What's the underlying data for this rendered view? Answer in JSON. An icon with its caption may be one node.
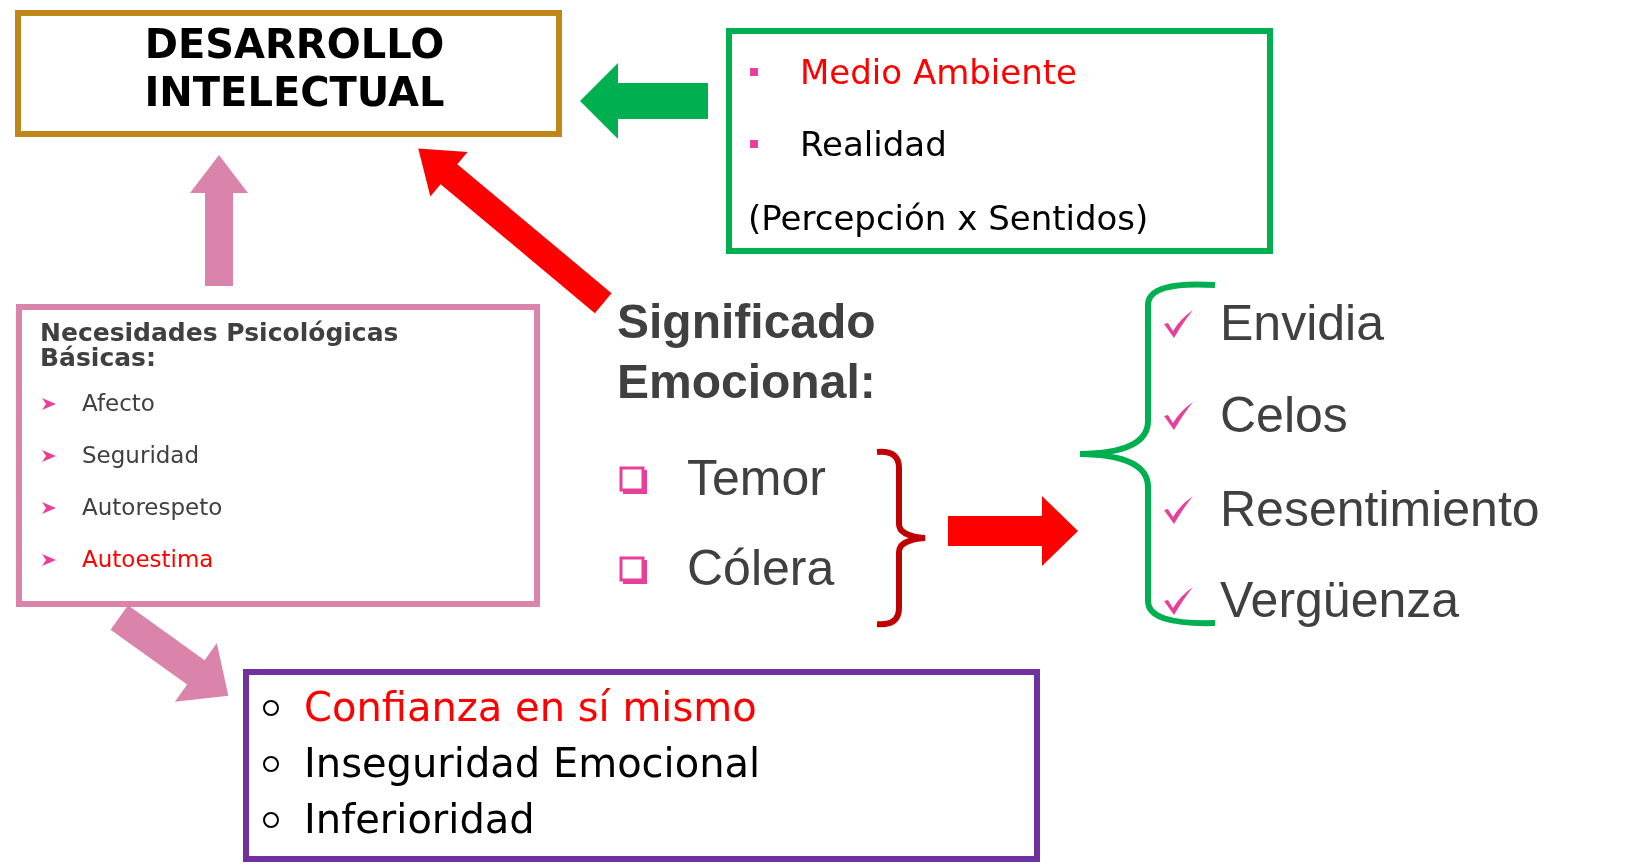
{
  "diagram": {
    "nodes": [
      {
        "text": [
          "DESARROLLO INTELECTUAL"
        ]
      },
      {
        "text": [
          "Medio Ambiente",
          "Realidad",
          "(Percepción x Sentidos)"
        ]
      },
      {
        "text": [
          "Necesidades Psicológicas Básicas:",
          "Afecto",
          "Seguridad",
          "Autorespeto",
          "Autoestima"
        ]
      },
      {
        "text": [
          "Significado Emocional:"
        ]
      },
      {
        "text": [
          "Temor",
          "Cólera"
        ]
      },
      {
        "text": [
          "Envidia",
          "Celos",
          "Resentimiento",
          "Vergüenza"
        ]
      },
      {
        "text": [
          "Confianza en sí mismo",
          "Inseguridad Emocional",
          "Inferioridad"
        ]
      }
    ],
    "edges": [
      {
        "from": 1,
        "to": 0,
        "arrow": "to",
        "color": "#00b050"
      },
      {
        "from": 2,
        "to": 0,
        "arrow": "to",
        "color": "#db84ab"
      },
      {
        "from": 3,
        "to": 0,
        "arrow": "to",
        "color": "#ff0000"
      },
      {
        "from": 4,
        "to": 5,
        "arrow": "to",
        "color": "#ff0000"
      },
      {
        "from": 2,
        "to": 6,
        "arrow": "to",
        "color": "#db84ab"
      }
    ]
  }
}
